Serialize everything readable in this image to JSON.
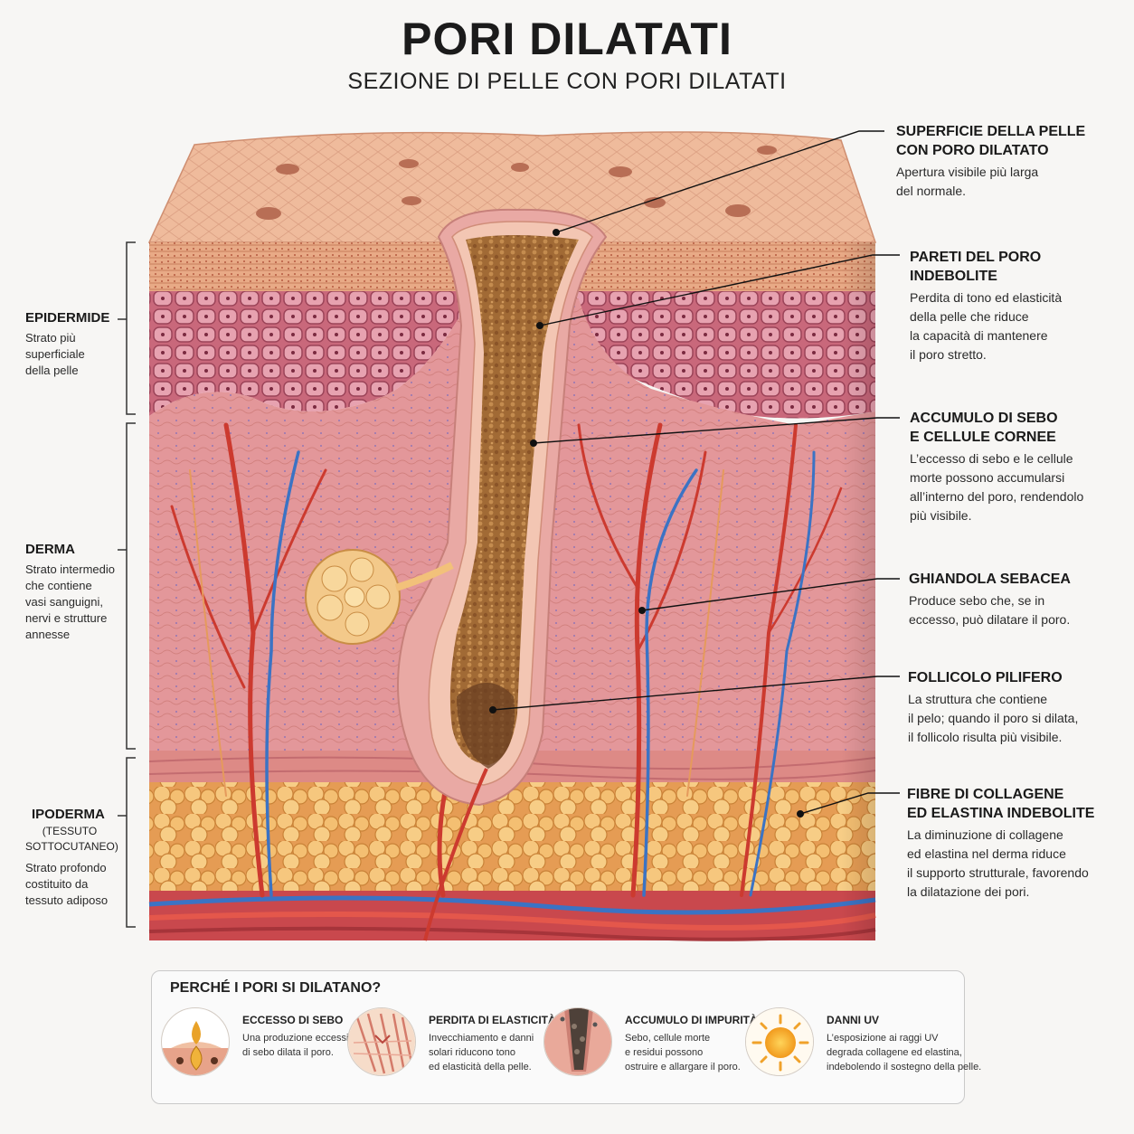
{
  "header": {
    "title": "PORI DILATATI",
    "subtitle": "SEZIONE DI PELLE CON PORI DILATATI"
  },
  "left_labels": {
    "epidermide": {
      "title": "EPIDERMIDE",
      "desc": "Strato più\nsuperficiale\ndella pelle"
    },
    "derma": {
      "title": "DERMA",
      "desc": "Strato intermedio\nche contiene\nvasi sanguigni,\nnervi e strutture\nannesse"
    },
    "ipoderma": {
      "title": "IPODERMA",
      "subtitle": "(TESSUTO\nSOTTOCUTANEO)",
      "desc": "Strato profondo\ncostituito da\ntessuto adiposo"
    }
  },
  "right_labels": [
    {
      "title": "SUPERFICIE DELLA PELLE\nCON PORO DILATATO",
      "desc": "Apertura visibile più larga\ndel normale."
    },
    {
      "title": "PARETI DEL PORO\nINDEBOLITE",
      "desc": "Perdita di tono ed elasticità\ndella pelle che riduce\nla capacità di mantenere\nil poro stretto."
    },
    {
      "title": "ACCUMULO DI SEBO\nE CELLULE CORNEE",
      "desc": "L’eccesso di sebo e le cellule\nmorte possono accumularsi\nall’interno del poro, rendendolo\npiù visibile."
    },
    {
      "title": "GHIANDOLA SEBACEA",
      "desc": "Produce sebo che, se in\neccesso, può dilatare il poro."
    },
    {
      "title": "FOLLICOLO PILIFERO",
      "desc": "La struttura che contiene\nil pelo; quando il poro si dilata,\nil follicolo risulta più visibile."
    },
    {
      "title": "FIBRE DI COLLAGENE\nED ELASTINA INDEBOLITE",
      "desc": "La diminuzione di collagene\ned elastina nel derma riduce\nil supporto strutturale, favorendo\nla dilatazione dei pori."
    }
  ],
  "why_section": {
    "title": "PERCHÉ I PORI SI DILATANO?",
    "items": [
      {
        "title": "ECCESSO DI SEBO",
        "desc": "Una produzione eccessiva\ndi sebo dilata il poro.",
        "icon": "sebum-drop-icon"
      },
      {
        "title": "PERDITA DI ELASTICITÀ",
        "desc": "Invecchiamento e danni\nsolari riducono tono\ned elasticità della pelle.",
        "icon": "elastic-fibers-icon"
      },
      {
        "title": "ACCUMULO DI IMPURITÀ",
        "desc": "Sebo, cellule morte\ne residui possono\nostruire e allargare il poro.",
        "icon": "clogged-pore-icon"
      },
      {
        "title": "DANNI UV",
        "desc": "L’esposizione ai raggi UV\ndegrada collagene ed elastina,\nindebolendo il sostegno della pelle.",
        "icon": "sun-icon"
      }
    ]
  },
  "colors": {
    "surface": "#eab393",
    "epidermis": "#c7677b",
    "dermis": "#e0928f",
    "fat": "#f2b862",
    "artery": "#cc3a2f",
    "vein": "#3b73c4",
    "sebum": "#b07a3e"
  }
}
